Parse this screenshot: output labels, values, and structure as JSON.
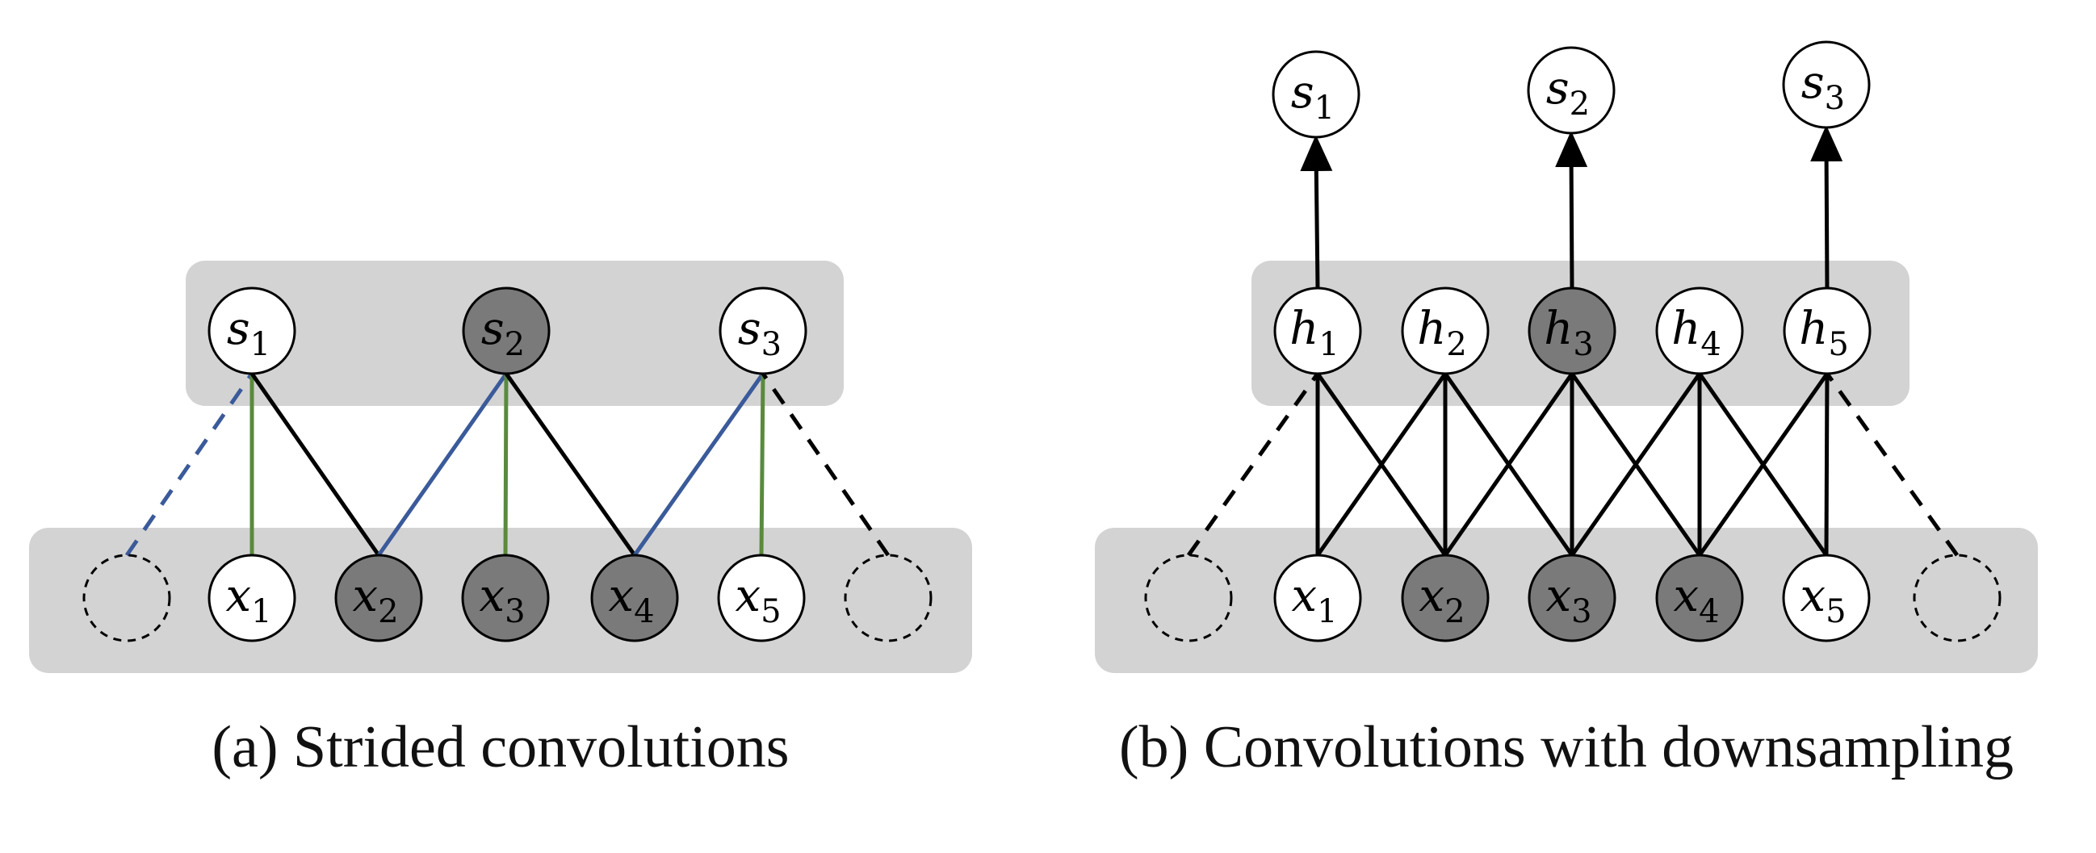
{
  "colors": {
    "panel": "#d3d3d3",
    "node_fill": "#ffffff",
    "node_dark": "#7a7a7a",
    "edge_black": "#000000",
    "edge_green": "#5a8a3c",
    "edge_blue": "#3a5a9a"
  },
  "diagram_a": {
    "caption": "(a) Strided convolutions",
    "inputs": [
      {
        "id": "pad_l",
        "name": "",
        "sub": "",
        "padding": true
      },
      {
        "id": "x1",
        "name": "x",
        "sub": "1",
        "dark": false
      },
      {
        "id": "x2",
        "name": "x",
        "sub": "2",
        "dark": true
      },
      {
        "id": "x3",
        "name": "x",
        "sub": "3",
        "dark": true
      },
      {
        "id": "x4",
        "name": "x",
        "sub": "4",
        "dark": true
      },
      {
        "id": "x5",
        "name": "x",
        "sub": "5",
        "dark": false
      },
      {
        "id": "pad_r",
        "name": "",
        "sub": "",
        "padding": true
      }
    ],
    "outputs": [
      {
        "id": "s1",
        "name": "s",
        "sub": "1",
        "dark": false
      },
      {
        "id": "s2",
        "name": "s",
        "sub": "2",
        "dark": true
      },
      {
        "id": "s3",
        "name": "s",
        "sub": "3",
        "dark": false
      }
    ],
    "edges": [
      {
        "from": "pad_l",
        "to": "s1",
        "color": "blue",
        "dashed": true
      },
      {
        "from": "x1",
        "to": "s1",
        "color": "green",
        "dashed": false
      },
      {
        "from": "x2",
        "to": "s1",
        "color": "black",
        "dashed": false
      },
      {
        "from": "x2",
        "to": "s2",
        "color": "blue",
        "dashed": false
      },
      {
        "from": "x3",
        "to": "s2",
        "color": "green",
        "dashed": false
      },
      {
        "from": "x4",
        "to": "s2",
        "color": "black",
        "dashed": false
      },
      {
        "from": "x4",
        "to": "s3",
        "color": "blue",
        "dashed": false
      },
      {
        "from": "x5",
        "to": "s3",
        "color": "green",
        "dashed": false
      },
      {
        "from": "pad_r",
        "to": "s3",
        "color": "black",
        "dashed": true
      }
    ]
  },
  "diagram_b": {
    "caption": "(b) Convolutions with downsampling",
    "inputs": [
      {
        "id": "pad_l",
        "name": "",
        "sub": "",
        "padding": true
      },
      {
        "id": "x1",
        "name": "x",
        "sub": "1",
        "dark": false
      },
      {
        "id": "x2",
        "name": "x",
        "sub": "2",
        "dark": true
      },
      {
        "id": "x3",
        "name": "x",
        "sub": "3",
        "dark": true
      },
      {
        "id": "x4",
        "name": "x",
        "sub": "4",
        "dark": true
      },
      {
        "id": "x5",
        "name": "x",
        "sub": "5",
        "dark": false
      },
      {
        "id": "pad_r",
        "name": "",
        "sub": "",
        "padding": true
      }
    ],
    "hidden": [
      {
        "id": "h1",
        "name": "h",
        "sub": "1",
        "dark": false
      },
      {
        "id": "h2",
        "name": "h",
        "sub": "2",
        "dark": false
      },
      {
        "id": "h3",
        "name": "h",
        "sub": "3",
        "dark": true
      },
      {
        "id": "h4",
        "name": "h",
        "sub": "4",
        "dark": false
      },
      {
        "id": "h5",
        "name": "h",
        "sub": "5",
        "dark": false
      }
    ],
    "outputs": [
      {
        "id": "s1",
        "name": "s",
        "sub": "1",
        "dark": false,
        "from": "h1"
      },
      {
        "id": "s2",
        "name": "s",
        "sub": "2",
        "dark": false,
        "from": "h3"
      },
      {
        "id": "s3",
        "name": "s",
        "sub": "3",
        "dark": false,
        "from": "h5"
      }
    ],
    "edges": [
      {
        "from": "pad_l",
        "to": "h1",
        "dashed": true
      },
      {
        "from": "x1",
        "to": "h1",
        "dashed": false
      },
      {
        "from": "x1",
        "to": "h2",
        "dashed": false
      },
      {
        "from": "x2",
        "to": "h1",
        "dashed": false
      },
      {
        "from": "x2",
        "to": "h2",
        "dashed": false
      },
      {
        "from": "x2",
        "to": "h3",
        "dashed": false
      },
      {
        "from": "x3",
        "to": "h2",
        "dashed": false
      },
      {
        "from": "x3",
        "to": "h3",
        "dashed": false
      },
      {
        "from": "x3",
        "to": "h4",
        "dashed": false
      },
      {
        "from": "x4",
        "to": "h3",
        "dashed": false
      },
      {
        "from": "x4",
        "to": "h4",
        "dashed": false
      },
      {
        "from": "x4",
        "to": "h5",
        "dashed": false
      },
      {
        "from": "x5",
        "to": "h4",
        "dashed": false
      },
      {
        "from": "x5",
        "to": "h5",
        "dashed": false
      },
      {
        "from": "pad_r",
        "to": "h5",
        "dashed": true
      }
    ]
  }
}
